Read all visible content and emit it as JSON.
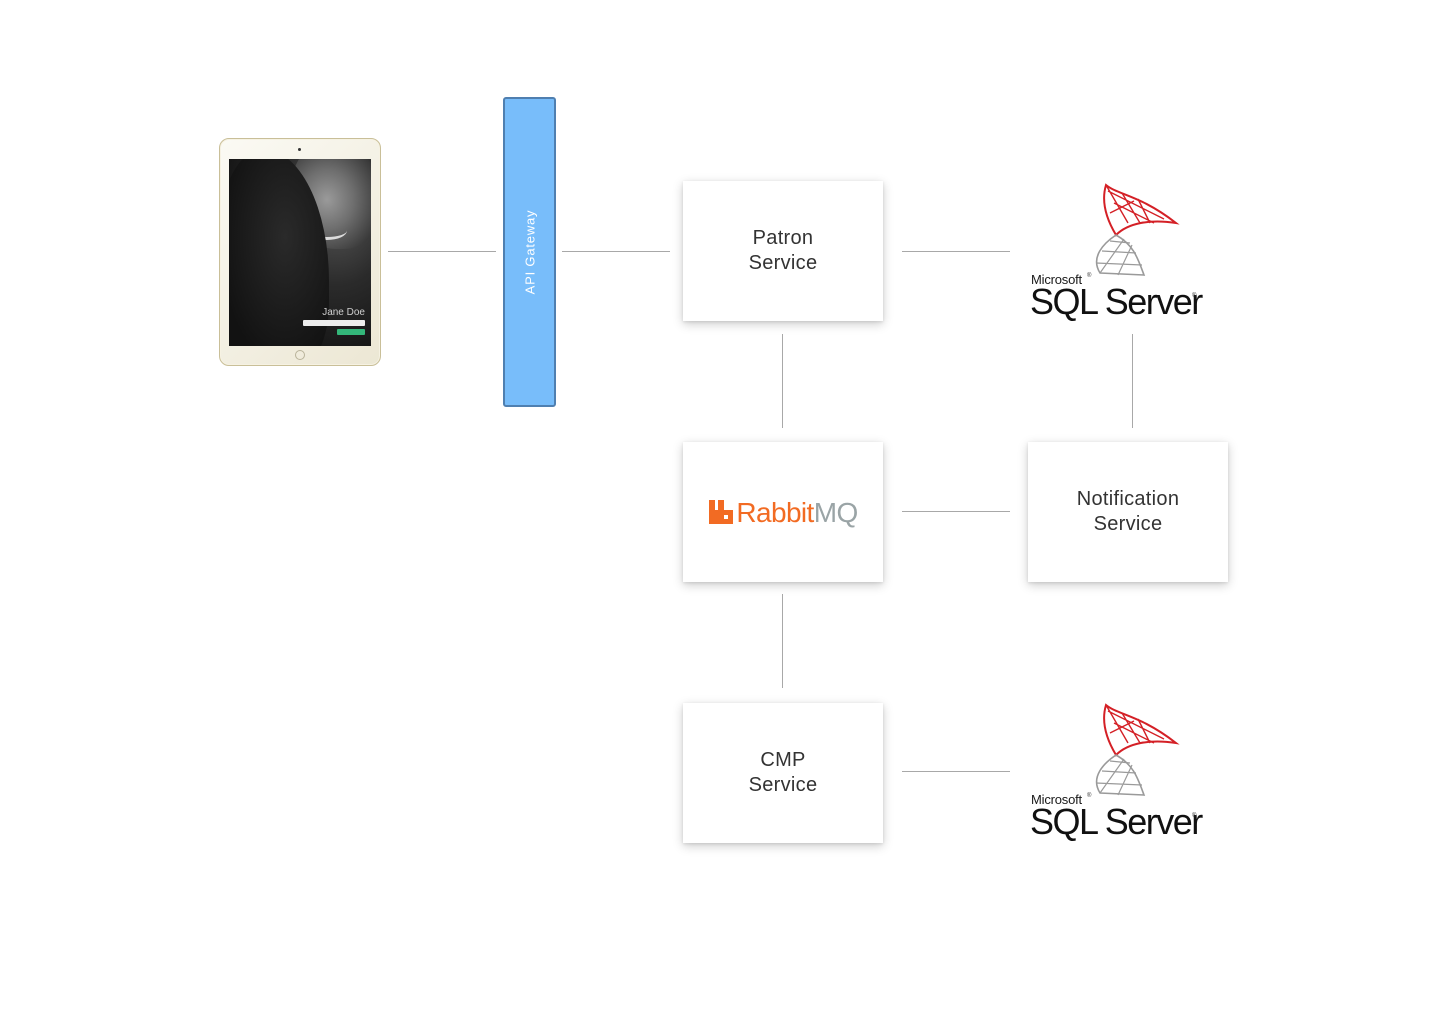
{
  "gateway": {
    "label": "API Gateway"
  },
  "device": {
    "user_name": "Jane Doe"
  },
  "services": {
    "patron": {
      "line1": "Patron",
      "line2": "Service"
    },
    "notification": {
      "line1": "Notification",
      "line2": "Service"
    },
    "cmp": {
      "line1": "CMP",
      "line2": "Service"
    }
  },
  "broker": {
    "word1": "Rabbit",
    "word2": "MQ",
    "brand_color": "#f26b23",
    "mq_color": "#9aa4a6"
  },
  "databases": {
    "top": {
      "vendor": "Microsoft",
      "product": "SQL Server",
      "icon": "sql-server-logo"
    },
    "bottom": {
      "vendor": "Microsoft",
      "product": "SQL Server",
      "icon": "sql-server-logo"
    }
  },
  "colors": {
    "gateway_fill": "#78bdfa",
    "gateway_border": "#4f7fb0",
    "connector": "#a8a8a8",
    "sql_red": "#d42026"
  }
}
